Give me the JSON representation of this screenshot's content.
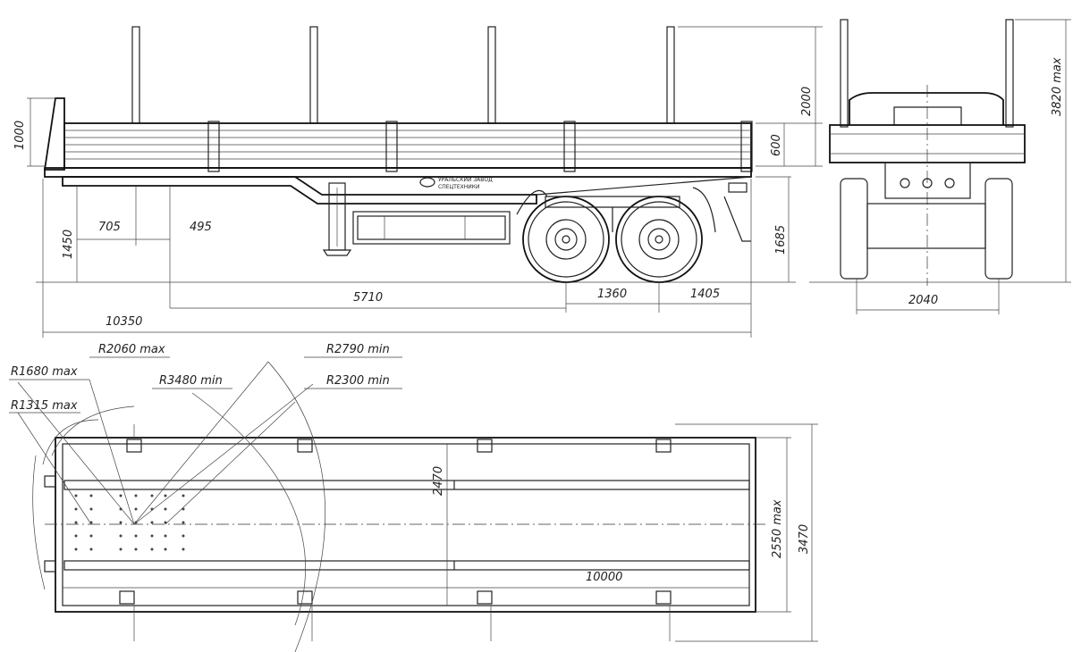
{
  "side_view": {
    "dims": {
      "stake_height": "2000",
      "front_board": "1000",
      "side_board": "600",
      "kingpin_height": "1450",
      "kingpin_offset": "705",
      "kingpin_to_support": "495",
      "kingpin_to_axle": "5710",
      "axle_spacing": "1360",
      "rear_overhang": "1405",
      "overall_length": "10350",
      "frame_height": "1685"
    },
    "label": {
      "maker_line1": "УРАЛЬСКИЙ ЗАВОД",
      "maker_line2": "СПЕЦТЕХНИКИ"
    }
  },
  "rear_view": {
    "dims": {
      "overall_height": "3820 max",
      "track": "2040"
    }
  },
  "top_view": {
    "dims": {
      "r1680": "R1680 max",
      "r1315": "R1315 max",
      "r2060": "R2060 max",
      "r3480": "R3480 min",
      "r2790": "R2790 min",
      "r2300": "R2300 min",
      "inner_width": "2470",
      "outer_width": "2550 max",
      "stakes_width": "3470",
      "platform_length": "10000"
    }
  }
}
